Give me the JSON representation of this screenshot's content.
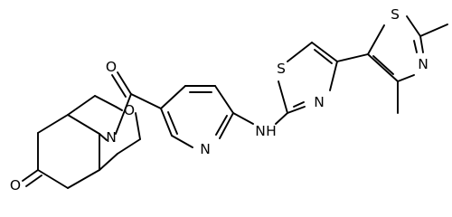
{
  "diagram_type": "chemical-structure",
  "atoms": {
    "oxo_o": "O",
    "ester_o": "O",
    "ring_o": "O",
    "amide_n": "N",
    "pyridine_n": "N",
    "nh": "N",
    "nh_h": "H",
    "thiazole_s": "S",
    "thiazole_n": "N",
    "thiazole2_s": "S",
    "thiazole2_n": "N"
  },
  "colors": {
    "bond": "#000000",
    "label": "#000000",
    "background": "#ffffff"
  }
}
